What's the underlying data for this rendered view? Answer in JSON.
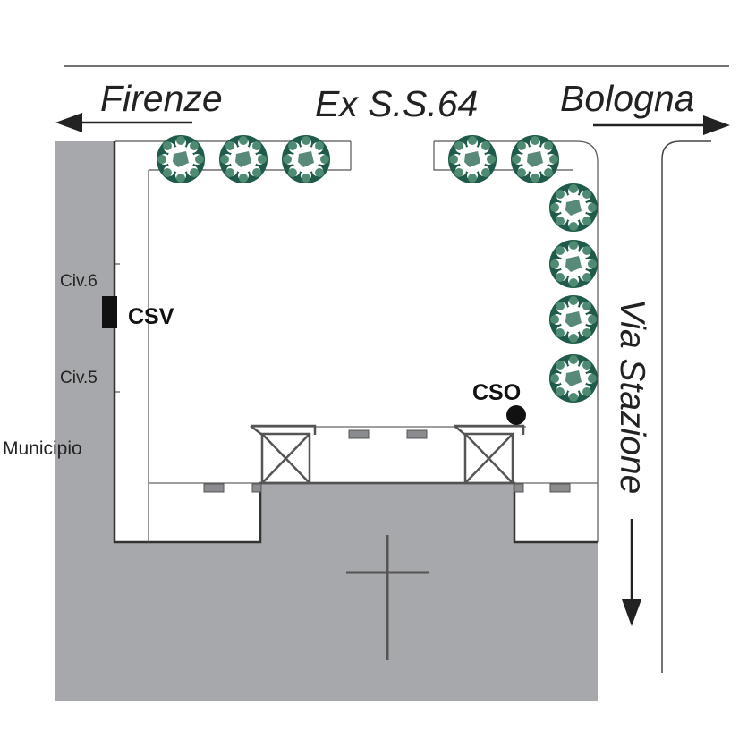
{
  "roads": {
    "main_road": "Ex S.S.64",
    "west_direction": "Firenze",
    "east_direction": "Bologna",
    "side_road": "Via Stazione"
  },
  "markers": {
    "csv": "CSV",
    "cso": "CSO"
  },
  "addresses": {
    "civ6": "Civ.6",
    "civ5": "Civ.5",
    "building": "Municipio"
  },
  "colors": {
    "building_fill": "#a7a8ab",
    "tree_dark": "#1f5a4a",
    "tree_light": "#4f8a73",
    "line": "#333333"
  }
}
